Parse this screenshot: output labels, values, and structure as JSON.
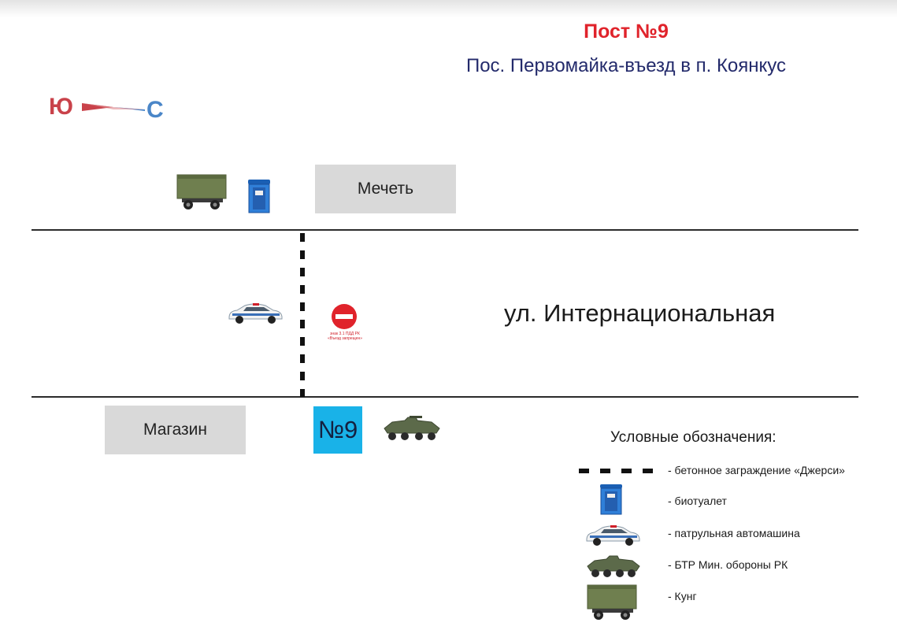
{
  "header": {
    "post_title": "Пост №9",
    "subtitle": "Пос. Первомайка-въезд в п. Коянкус"
  },
  "compass": {
    "south_label": "Ю",
    "north_label": "С",
    "colors": {
      "south": "#c9424a",
      "north": "#4a86c8"
    }
  },
  "map": {
    "mosque_label": "Мечеть",
    "shop_label": "Магазин",
    "street_name": "ул. Интернациональная",
    "sign_caption_line1": "знак 3.1 ПДД РК",
    "sign_caption_line2": "«Въезд запрещен»",
    "post_badge": "№9",
    "icons": [
      "kung-icon",
      "biotoilet-icon",
      "patrol-car-icon",
      "no-entry-sign-icon",
      "apc-icon"
    ],
    "colors": {
      "badge": "#19b2e8",
      "building": "#d9d9d9",
      "sign": "#e0232b"
    }
  },
  "legend": {
    "title": "Условные обозначения:",
    "items": [
      {
        "icon": "jersey-barrier-icon",
        "label": "- бетонное заграждение «Джерси»"
      },
      {
        "icon": "biotoilet-icon",
        "label": "- биотуалет"
      },
      {
        "icon": "patrol-car-icon",
        "label": "- патрульная автомашина"
      },
      {
        "icon": "apc-icon",
        "label": "- БТР Мин. обороны РК"
      },
      {
        "icon": "kung-icon",
        "label": "- Кунг"
      }
    ]
  }
}
